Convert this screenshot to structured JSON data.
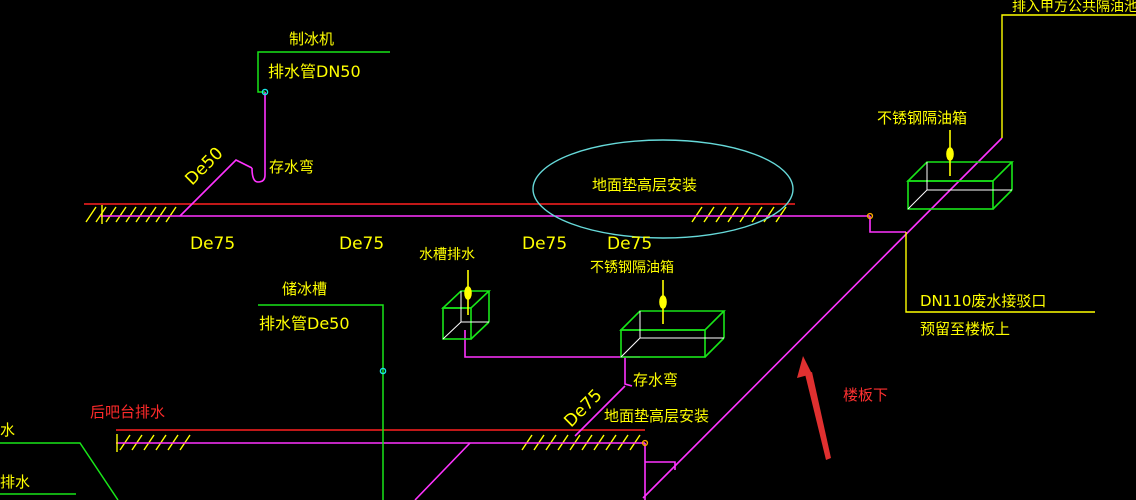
{
  "labels": {
    "ice_machine": "制冰机",
    "drain_de50_top": "排水管DN50",
    "de50_top": "De50",
    "trap_top": "存水弯",
    "floor_install_oval": "地面垫高层安装",
    "de75_1": "De75",
    "de75_2": "De75",
    "de75_3": "De75",
    "de75_4": "De75",
    "sink_drain": "水槽排水",
    "ss_grease_trap_mid": "不锈钢隔油箱",
    "ss_grease_trap_right": "不锈钢隔油箱",
    "ice_tank": "储冰槽",
    "drain_de50_mid": "排水管De50",
    "trap_mid": "存水弯",
    "de75_mid": "De75",
    "floor_install_mid": "地面垫高层安装",
    "back_kitchen_drain": "后吧台排水",
    "dn110_waste": "DN110废水接驳口",
    "reserve_floor": "预留至楼板上",
    "top_right_connect": "排入甲方公共隔油池",
    "below_floor": "楼板下",
    "left_water_1": "水",
    "left_water_2": "排水"
  },
  "colors": {
    "background": "#000000",
    "pipe_magenta": "#ff33ff",
    "floor_red": "#ff2020",
    "leader_green": "#19e619",
    "label_yellow": "#ffff00",
    "box_white": "#ffffff",
    "oval_cyan": "#66d9d9",
    "arrow_red": "#e03030"
  }
}
